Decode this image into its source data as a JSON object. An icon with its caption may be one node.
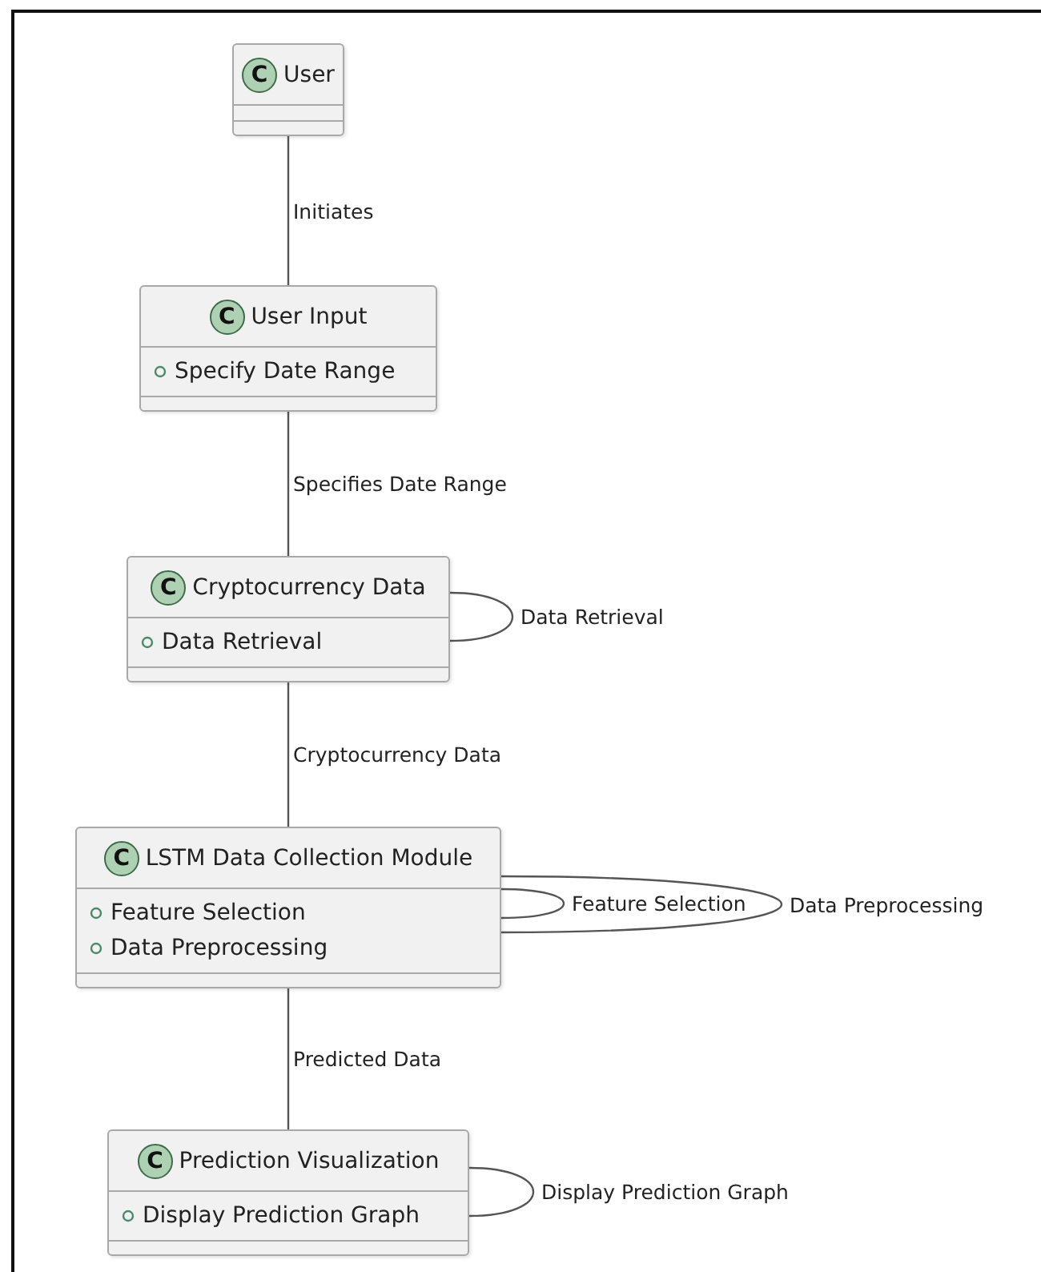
{
  "diagram": {
    "nodes": [
      {
        "text": [
          "User"
        ]
      },
      {
        "text": [
          "User Input",
          "Specify Date Range"
        ]
      },
      {
        "text": [
          "Cryptocurrency Data",
          "Data Retrieval"
        ]
      },
      {
        "text": [
          "LSTM Data Collection Module",
          "Feature Selection",
          "Data Preprocessing"
        ]
      },
      {
        "text": [
          "Prediction Visualization",
          "Display Prediction Graph"
        ]
      }
    ],
    "edges": [
      {
        "from": 0,
        "to": 1,
        "arrow": "none",
        "label": "Initiates"
      },
      {
        "from": 1,
        "to": 2,
        "arrow": "none",
        "label": "Specifies Date Range"
      },
      {
        "from": 2,
        "to": 2,
        "arrow": "none",
        "label": "Data Retrieval"
      },
      {
        "from": 2,
        "to": 3,
        "arrow": "none",
        "label": "Cryptocurrency Data"
      },
      {
        "from": 3,
        "to": 3,
        "arrow": "none",
        "label": "Feature Selection"
      },
      {
        "from": 3,
        "to": 3,
        "arrow": "none",
        "label": "Data Preprocessing"
      },
      {
        "from": 3,
        "to": 4,
        "arrow": "none",
        "label": "Predicted Data"
      },
      {
        "from": 4,
        "to": 4,
        "arrow": "none",
        "label": "Display Prediction Graph"
      }
    ],
    "labels": [
      "C",
      "C",
      "C",
      "C",
      "C"
    ]
  }
}
